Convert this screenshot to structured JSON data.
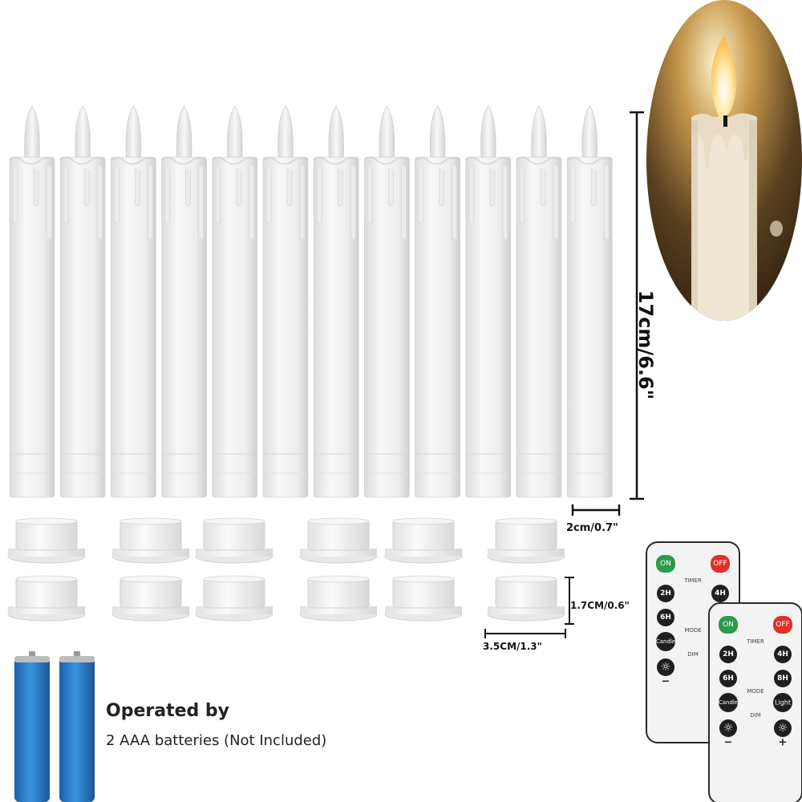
{
  "dimensions": {
    "height": "17cm/6.6\"",
    "width": "2cm/0.7\"",
    "holder_height": "1.7CM/0.6\"",
    "holder_width": "3.5CM/1.3\""
  },
  "caption": {
    "title": "Operated by",
    "subtitle": "2 AAA batteries (Not Included)"
  },
  "remote": {
    "on": "ON",
    "off": "OFF",
    "timer": "TIMER",
    "btn_2h": "2H",
    "btn_4h": "4H",
    "btn_6h": "6H",
    "btn_8h": "8H",
    "mode": "MODE",
    "candle": "Candle",
    "light": "Light",
    "dim": "DIM",
    "minus": "−",
    "plus": "+"
  },
  "colors": {
    "candle_body": "#f4f4f4",
    "battery_blue": "#2a7fd0",
    "remote_green": "#2e9a4a",
    "remote_red": "#e0302a",
    "flame": "#ffd27a"
  },
  "counts": {
    "candles": 12,
    "holders": 12,
    "batteries": 2,
    "remotes": 2
  }
}
